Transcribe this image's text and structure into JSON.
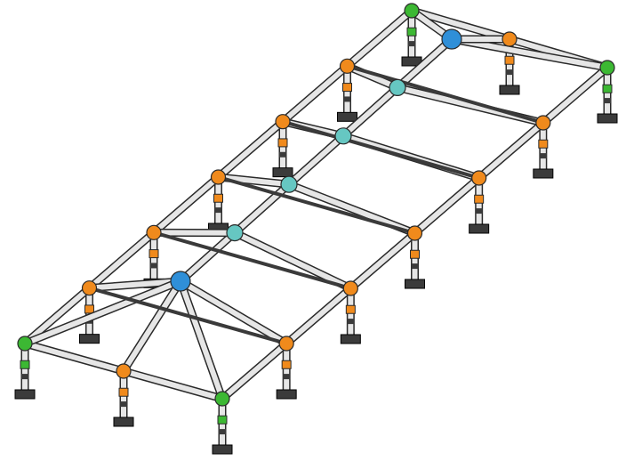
{
  "colors": {
    "background": "#ffffff",
    "pipe_fill": "#e6e6e6",
    "pipe_outline": "#2a2a2a",
    "ridge_bar": "#3a3a3a",
    "corner_fitting": "#3cb833",
    "side_fitting": "#f08a1c",
    "ridge_end_fitting": "#2f8fd8",
    "ridge_mid_fitting": "#66c7c2",
    "base_plate": "#3b3b3b"
  },
  "structure": {
    "bays": 6,
    "perimeter_corners": 4,
    "ridge_hubs": 2,
    "ridge_middle_fittings": 4,
    "legs_per_long_side": 7,
    "gable_legs": 2,
    "cross_ties": 5
  }
}
